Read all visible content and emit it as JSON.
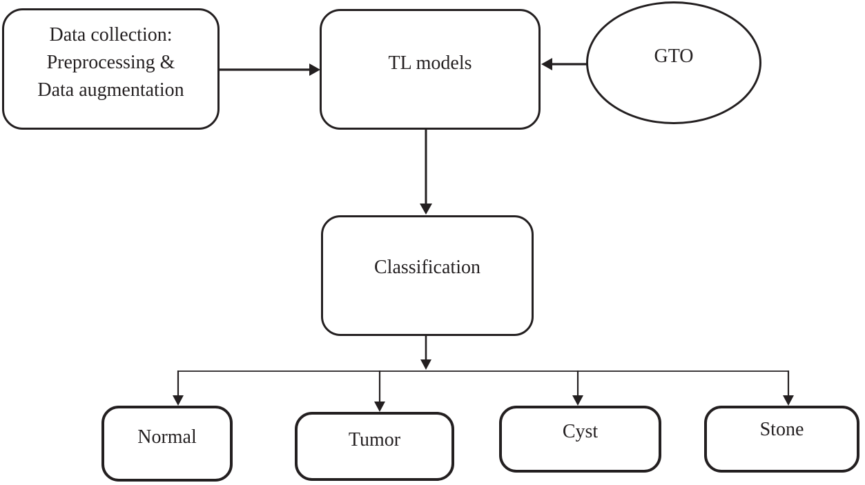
{
  "diagram": {
    "type": "flowchart",
    "colors": {
      "stroke": "#231f20",
      "fill": "#ffffff",
      "background": "#ffffff"
    },
    "nodes": {
      "data_collection": {
        "shape": "rounded-rect",
        "label": "Data collection: Preprocessing & Data augmentation",
        "label_lines": [
          "Data collection:",
          "Preprocessing &",
          "Data augmentation"
        ]
      },
      "tl_models": {
        "shape": "rounded-rect",
        "label": "TL models"
      },
      "gto": {
        "shape": "ellipse",
        "label": "GTO"
      },
      "classification": {
        "shape": "rounded-rect",
        "label": "Classification"
      },
      "normal": {
        "shape": "rounded-rect",
        "label": "Normal"
      },
      "tumor": {
        "shape": "rounded-rect",
        "label": "Tumor"
      },
      "cyst": {
        "shape": "rounded-rect",
        "label": "Cyst"
      },
      "stone": {
        "shape": "rounded-rect",
        "label": "Stone"
      }
    },
    "edges": [
      {
        "from": "data_collection",
        "to": "tl_models"
      },
      {
        "from": "gto",
        "to": "tl_models"
      },
      {
        "from": "tl_models",
        "to": "classification"
      },
      {
        "from": "classification",
        "to": "normal"
      },
      {
        "from": "classification",
        "to": "tumor"
      },
      {
        "from": "classification",
        "to": "cyst"
      },
      {
        "from": "classification",
        "to": "stone"
      }
    ]
  }
}
